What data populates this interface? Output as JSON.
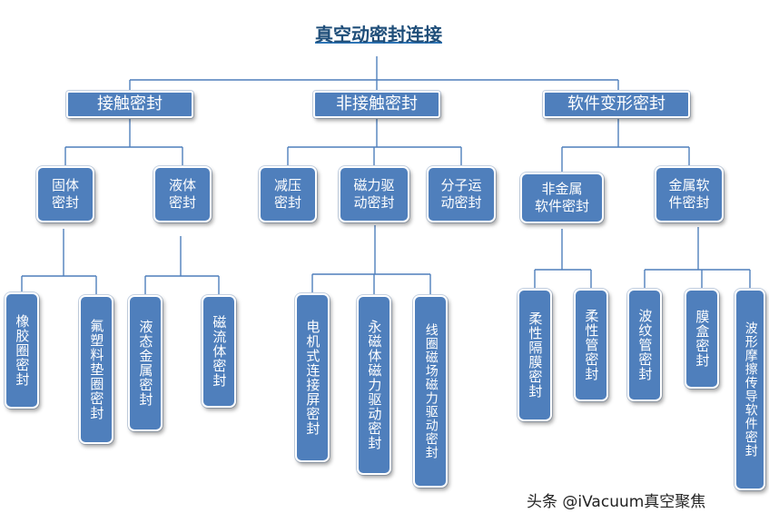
{
  "title": "真空动密封连接",
  "watermark": "头条 @iVacuum真空聚焦",
  "colors": {
    "box_fill": "#4f7fbc",
    "box_text": "#ffffff",
    "connector": "#4f7fbc",
    "title_text": "#1f4e79"
  },
  "categories": [
    {
      "label": "接触密封",
      "children": [
        {
          "label": "固体\n密封",
          "children": [
            "橡胶圈密封",
            "氟塑料垫圈密封"
          ]
        },
        {
          "label": "液体\n密封",
          "children": [
            "液态金属密封",
            "磁流体密封"
          ]
        }
      ]
    },
    {
      "label": "非接触密封",
      "children": [
        {
          "label": "减压\n密封",
          "children": []
        },
        {
          "label": "磁力驱\n动密封",
          "children": [
            "电机式连接屏密封",
            "永磁体磁力驱动密封",
            "线圈磁场磁力驱动密封"
          ]
        },
        {
          "label": "分子运\n动密封",
          "children": []
        }
      ]
    },
    {
      "label": "软件变形密封",
      "children": [
        {
          "label": "非金属\n软件密封",
          "children": [
            "柔性隔膜密封",
            "柔性管密封"
          ]
        },
        {
          "label": "金属软\n件密封",
          "children": [
            "波纹管密封",
            "膜盒密封",
            "波形摩擦传导软件密封"
          ]
        }
      ]
    }
  ]
}
